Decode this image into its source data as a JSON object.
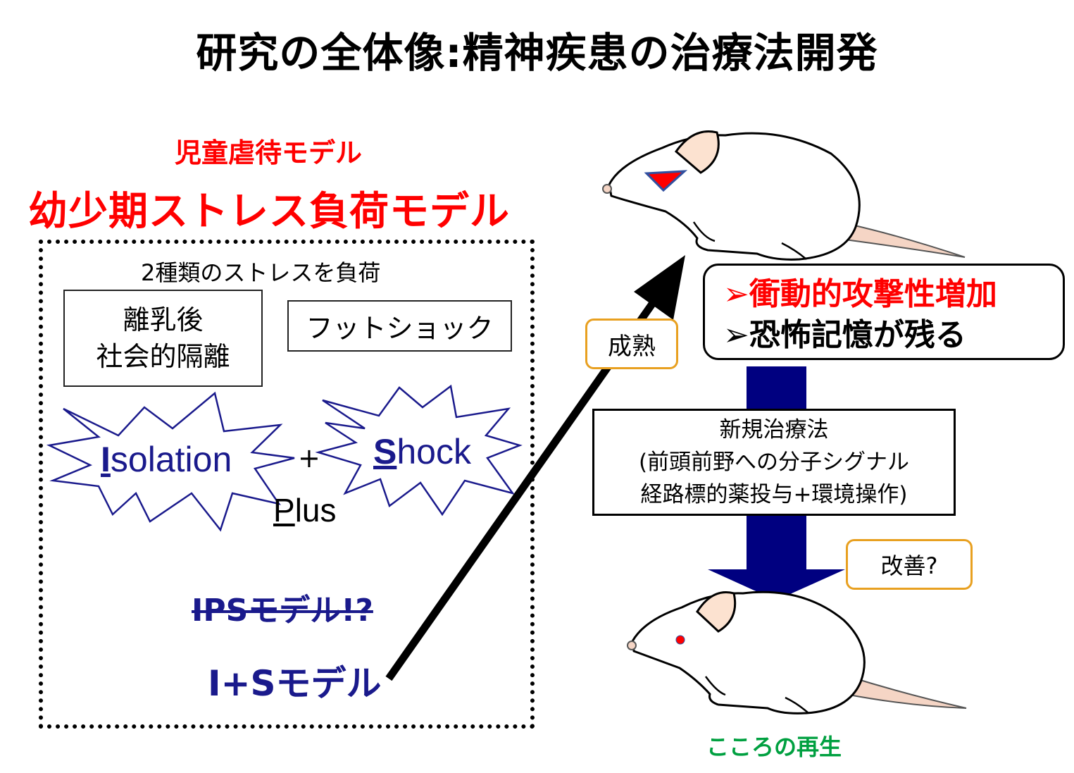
{
  "title": "研究の全体像:精神疾患の治療法開発",
  "model": {
    "subtitle": "児童虐待モデル",
    "headline": "幼少期ストレス負荷モデル",
    "stress_label": "2種類のストレスを負荷",
    "stress1_lines": [
      "離乳後",
      "社会的隔離"
    ],
    "stress2": "フットショック",
    "isolation": {
      "cap": "I",
      "rest": "solation"
    },
    "shock": {
      "cap": "S",
      "rest": "hock"
    },
    "plus_sign": "+",
    "plus_word": {
      "cap": "P",
      "rest": "lus"
    },
    "ips_model": "IPSモデル!?",
    "is_model": "I+Sモデル"
  },
  "maturation": "成熟",
  "effects": [
    "➢衝動的攻撃性増加",
    "➢恐怖記憶が残る"
  ],
  "therapy_lines": [
    "新規治療法",
    "(前頭前野への分子シグナル",
    "経路標的薬投与+環境操作)"
  ],
  "improvement": "改善?",
  "recovery": "こころの再生",
  "colors": {
    "red": "#ff0000",
    "navy": "#1a1a8c",
    "arrow_navy": "#000080",
    "orange_border": "#e8a020",
    "green": "#00a040"
  }
}
